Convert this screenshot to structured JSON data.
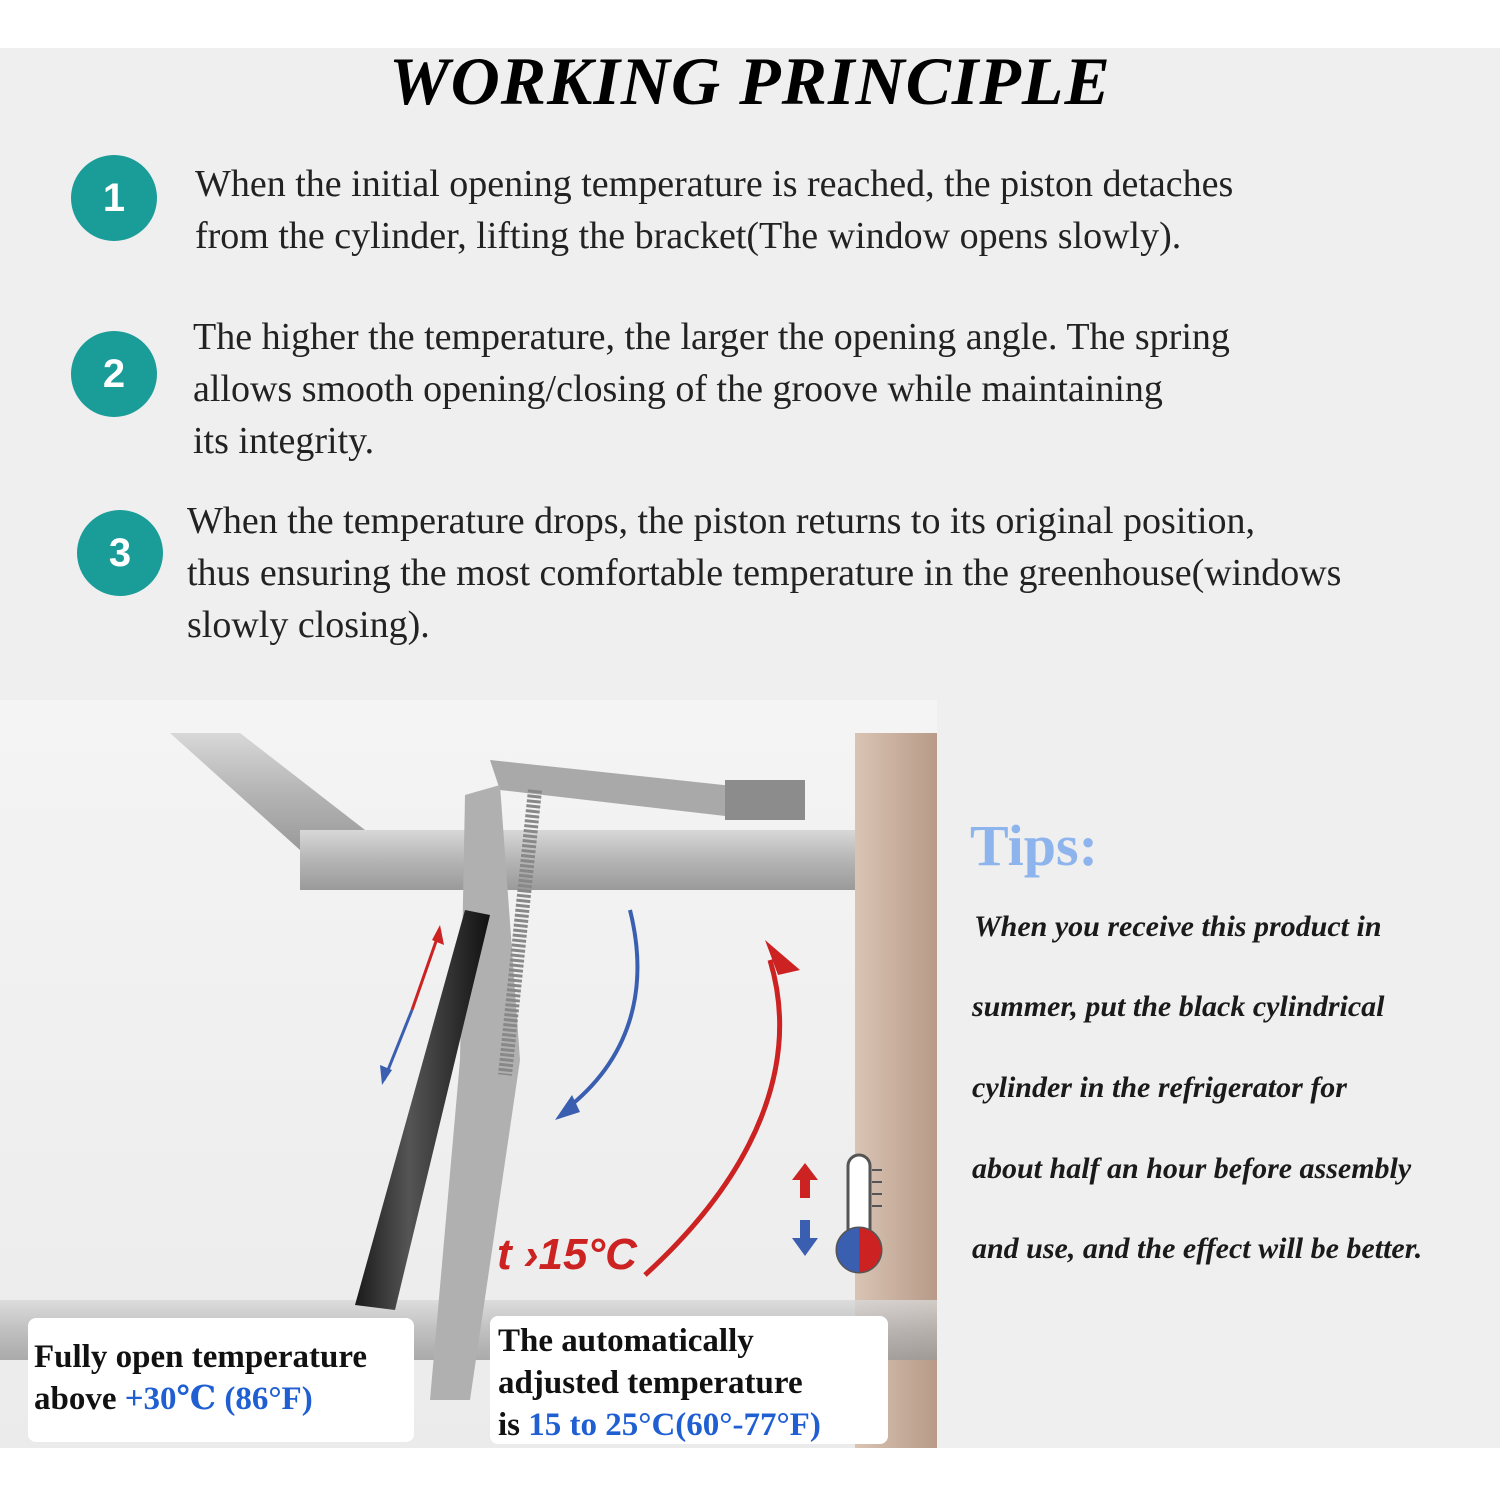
{
  "title": "WORKING PRINCIPLE",
  "steps": [
    {
      "number": "1",
      "text": "When the initial opening temperature is reached, the piston detaches\nfrom the cylinder, lifting the bracket(The window opens slowly)."
    },
    {
      "number": "2",
      "text": "The higher the temperature, the larger the opening angle. The spring\nallows smooth opening/closing of the groove while maintaining\nits integrity."
    },
    {
      "number": "3",
      "text": "When the temperature drops, the piston returns to its original position,\nthus ensuring the most comfortable temperature in the greenhouse(windows\n slowly closing)."
    }
  ],
  "diagram": {
    "threshold": "t ›15°C",
    "fully_open_line1": "Fully open temperature",
    "fully_open_prefix": "above ",
    "fully_open_value": "+30℃ (86°F)",
    "auto_line1": "The automatically",
    "auto_line2": "adjusted temperature",
    "auto_prefix": "is ",
    "auto_value": "15 to 25°C(60°-77°F)"
  },
  "tips": {
    "title": "Tips:",
    "lines": [
      "When you receive this product in",
      "summer, put the black cylindrical",
      "cylinder in the refrigerator for",
      "about half an hour before assembly",
      " and use, and the effect will be better."
    ]
  },
  "colors": {
    "badge": "#1a9c98",
    "tips_title": "#8db4ec",
    "highlight": "#1f5fd1",
    "arrow_red": "#cc2222",
    "arrow_blue": "#3a5fb0"
  },
  "icons": [
    "thermometer-icon",
    "up-arrow-icon",
    "down-arrow-icon"
  ]
}
